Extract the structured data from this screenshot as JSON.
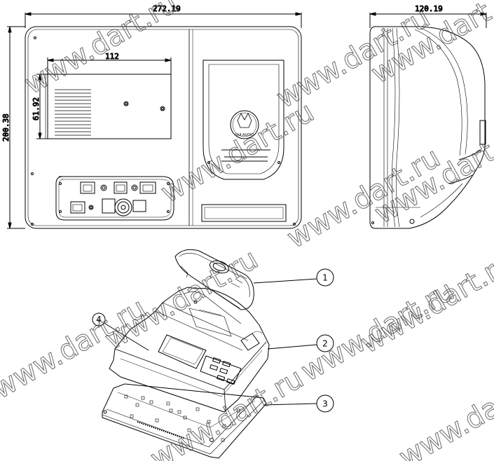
{
  "dimensions": {
    "width": "272.19",
    "height": "200.38",
    "depth": "120.19",
    "inner_width": "112",
    "inner_height": "61.92"
  },
  "logo_text": "GUI-AUDIO",
  "callouts": [
    "1",
    "2",
    "3",
    "4"
  ],
  "watermark": "www.dart.ru"
}
